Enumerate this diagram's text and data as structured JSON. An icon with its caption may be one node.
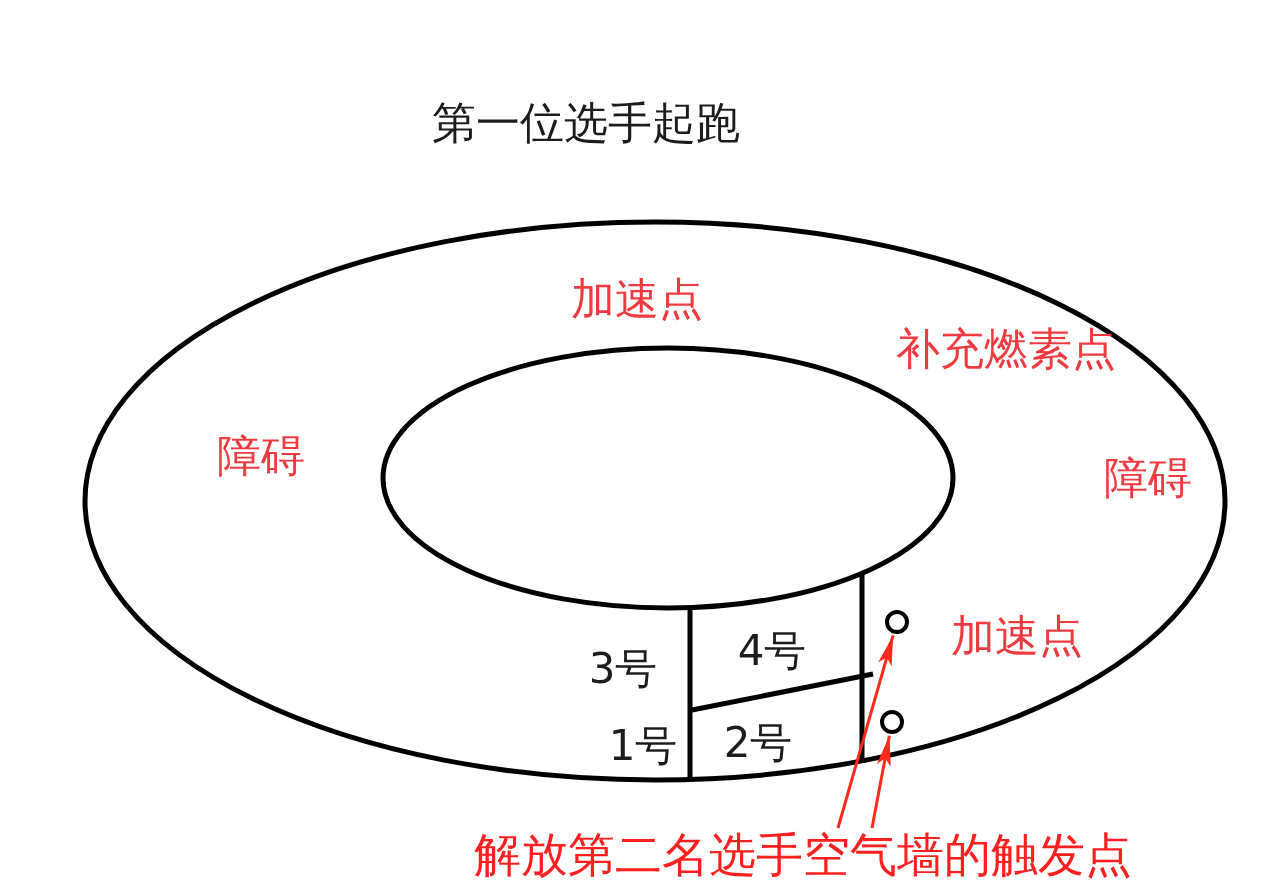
{
  "diagram": {
    "title": "第一位选手起跑",
    "nodes": [
      {
        "text": [],
        "shape": "circle"
      },
      {
        "text": [],
        "shape": "circle"
      },
      {
        "text": [
          "解放第二名选手空气墙的触发点"
        ]
      }
    ],
    "edges": [
      {
        "from": 2,
        "to": 0,
        "arrow": "to",
        "color": "#ff2a1a"
      },
      {
        "from": 2,
        "to": 1,
        "arrow": "to",
        "color": "#ff2a1a"
      }
    ],
    "labels": [
      "加速点",
      "补充燃素点",
      "障碍",
      "障碍",
      "3号",
      "4号",
      "加速点",
      "1号",
      "2号"
    ]
  }
}
